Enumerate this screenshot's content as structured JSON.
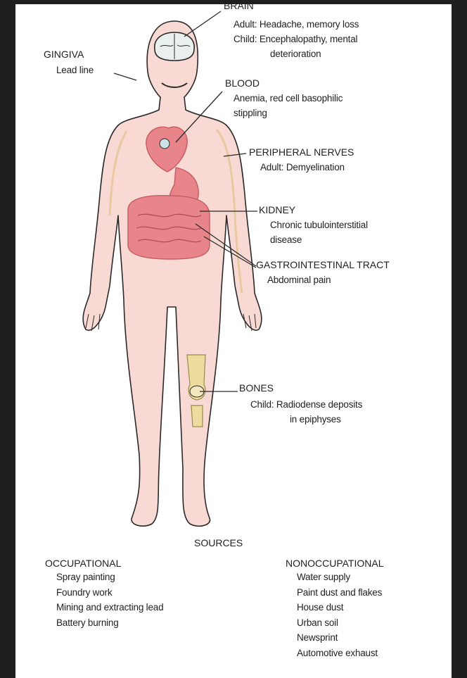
{
  "organs": {
    "brain": {
      "title": "BRAIN",
      "adult": "Adult: Headache, memory loss",
      "child": "Child: Encephalopathy, mental",
      "child_cont": "deterioration"
    },
    "gingiva": {
      "title": "GINGIVA",
      "line1": "Lead line"
    },
    "blood": {
      "title": "BLOOD",
      "line1": "Anemia, red cell basophilic",
      "line2": "stippling"
    },
    "peripheral_nerves": {
      "title": "PERIPHERAL NERVES",
      "line1": "Adult: Demyelination"
    },
    "kidney": {
      "title": "KIDNEY",
      "line1": "Chronic tubulointerstitial",
      "line2": "disease"
    },
    "gi_tract": {
      "title": "GASTROINTESTINAL TRACT",
      "line1": "Abdominal pain"
    },
    "bones": {
      "title": "BONES",
      "line1": "Child: Radiodense deposits",
      "line2": "in epiphyses"
    }
  },
  "sources": {
    "title": "SOURCES",
    "occupational": {
      "title": "OCCUPATIONAL",
      "items": [
        "Spray painting",
        "Foundry work",
        "Mining and extracting lead",
        "Battery burning"
      ]
    },
    "nonoccupational": {
      "title": "NONOCCUPATIONAL",
      "items": [
        "Water supply",
        "Paint dust and flakes",
        "House dust",
        "Urban soil",
        "Newsprint",
        "Automotive exhaust"
      ]
    }
  },
  "colors": {
    "skin": "#f8d9d3",
    "outline": "#2a2a2a",
    "organ": "#e8858a",
    "organ_dark": "#c85a62",
    "bone": "#ecdca0",
    "brain": "#eaf0ee",
    "nerve": "#e8c9a0"
  }
}
